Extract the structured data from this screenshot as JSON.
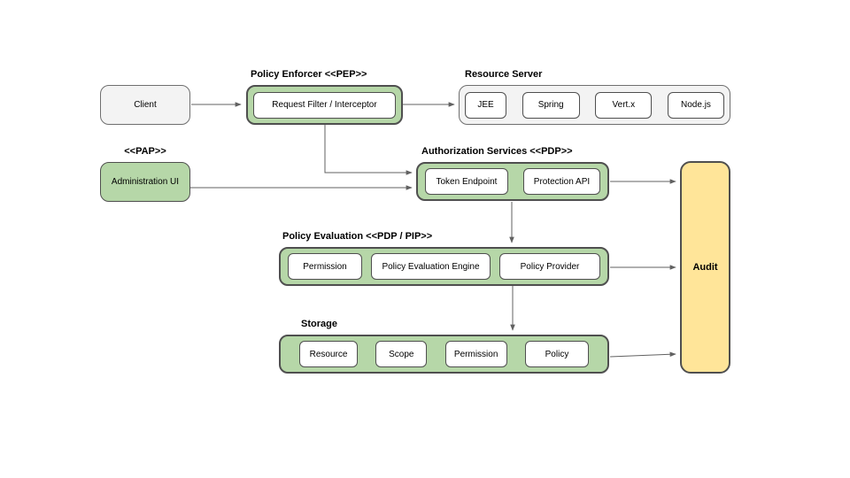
{
  "diagram": {
    "colors": {
      "green_fill": "#b6d7a8",
      "gray_fill": "#f3f3f3",
      "yellow_fill": "#ffe599",
      "box_border": "#4f4f4f",
      "gray_border": "#6f6f6f",
      "arrow": "#616161",
      "inner_fill": "#ffffff",
      "text": "#000000"
    },
    "client": {
      "label": "Client"
    },
    "policy_enforcer": {
      "title": "Policy Enforcer <<PEP>>",
      "items": [
        "Request Filter / Interceptor"
      ]
    },
    "resource_server": {
      "title": "Resource Server",
      "items": [
        "JEE",
        "Spring",
        "Vert.x",
        "Node.js"
      ]
    },
    "pap": {
      "title": "<<PAP>>",
      "label": "Administration UI"
    },
    "authorization_services": {
      "title": "Authorization Services <<PDP>>",
      "items": [
        "Token Endpoint",
        "Protection API"
      ]
    },
    "policy_evaluation": {
      "title": "Policy Evaluation <<PDP / PIP>>",
      "items": [
        "Permission",
        "Policy Evaluation Engine",
        "Policy Provider"
      ]
    },
    "storage": {
      "title": "Storage",
      "items": [
        "Resource",
        "Scope",
        "Permission",
        "Policy"
      ]
    },
    "audit": {
      "label": "Audit"
    }
  }
}
